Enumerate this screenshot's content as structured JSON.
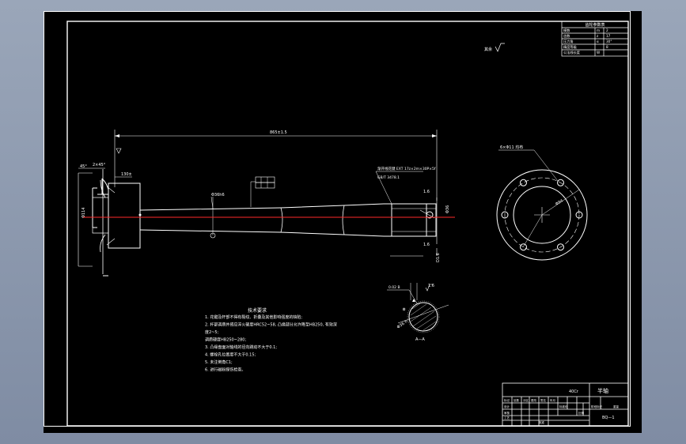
{
  "viewport": {
    "background": "#000000",
    "window_background": "#8894a8"
  },
  "colors": {
    "line": "#ffffff",
    "centerline": "#ff2a2a",
    "highlight": "#00ff66"
  },
  "drawing": {
    "param_table": {
      "header": "齿轮参数表",
      "rows": [
        {
          "label": "模数",
          "symbol": "m",
          "value": "2"
        },
        {
          "label": "齿数",
          "symbol": "z",
          "value": "17"
        },
        {
          "label": "压力角",
          "symbol": "α",
          "value": "30°"
        },
        {
          "label": "精度等级",
          "symbol": "",
          "value": "8"
        },
        {
          "label": "公法线长度",
          "symbol": "W",
          "value": ""
        }
      ]
    },
    "roughness_note": "其余",
    "tech_req": {
      "title": "技术要求",
      "items": [
        "1. 花键及杆部不得有裂纹、折叠及其他影响强度的缺陷;",
        "2. 杆部调质并感应淬火硬度HRC52~58, 凸缘部分允许降至HB250, 有效深",
        "   度2~5;",
        "   调质硬度HB250~280;",
        "3. 凸缘盘面对轴线的径向跳动不大于0.1;",
        "4. 螺栓孔位置度不大于0.15;",
        "5. 未注倒角C1;",
        "6. 进行磁粉探伤检查。"
      ]
    },
    "section_label": "A—A",
    "title_block": {
      "part_name": "半轴",
      "material": "40Cr",
      "drawing_no": "BQ—1"
    }
  }
}
